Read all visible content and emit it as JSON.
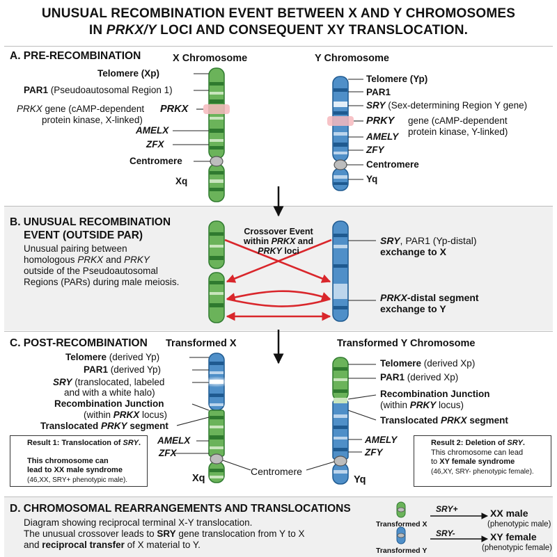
{
  "title": {
    "line1": "UNUSUAL RECOMBINATION EVENT BETWEEN X AND Y CHROMOSOMES",
    "line2_pre": "IN ",
    "line2_ital": "PRKX/Y",
    "line2_post": " LOCI AND CONSEQUENT XY TRANSLOCATION."
  },
  "panelA": {
    "heading": "A. PRE-RECOMBINATION",
    "x_title": "X Chromosome",
    "y_title": "Y Chromosome",
    "x_labels": {
      "telomere": "Telomere (Xp)",
      "par1": "PAR1",
      "par1_desc": " (Pseudoautosomal Region 1)",
      "prkx_gene_ital": "PRKX",
      "prkx_gene_rest": " gene (cAMP-dependent",
      "prkx_gene_line2": "protein kinase, X-linked)",
      "prkx": "PRKX",
      "amelx": "AMELX",
      "zfx": "ZFX",
      "centromere": "Centromere",
      "xq": "Xq"
    },
    "y_labels": {
      "telomere": "Telomere (Yp)",
      "par1": "PAR1",
      "sry": "SRY",
      "sry_desc": " (Sex-determining Region Y gene)",
      "prky": "PRKY",
      "prky_desc1": "gene (cAMP-dependent",
      "prky_desc2": "protein kinase, Y-linked)",
      "amely": "AMELY",
      "zfy": "ZFY",
      "centromere": "Centromere",
      "yq": "Yq"
    }
  },
  "panelB": {
    "heading1": "B. UNUSUAL RECOMBINATION",
    "heading2": "EVENT (OUTSIDE PAR)",
    "desc1": "Unusual pairing between",
    "desc2_pre": "homologous ",
    "desc2_i1": "PRKX",
    "desc2_mid": " and ",
    "desc2_i2": "PRKY",
    "desc3": "outside of the Pseudoautosomal",
    "desc4": "Regions (PARs) during male meiosis.",
    "crossover1": "Crossover Event",
    "crossover2_pre": "within ",
    "crossover2_i": "PRKX",
    "crossover2_post": " and",
    "crossover3_i": "PRKY",
    "crossover3_post": " loci",
    "right1_i": "SRY",
    "right1_post": ", PAR1 (Yp-distal)",
    "right2": "exchange to X",
    "right3_i": "PRKX",
    "right3_post": "-distal segment",
    "right4": "exchange to Y"
  },
  "panelC": {
    "heading": "C. POST-RECOMBINATION",
    "tx_title": "Transformed X",
    "ty_title": "Transformed Y Chromosome",
    "left": {
      "telomere": "Telomere",
      "telomere_desc": " (derived Yp)",
      "par1": "PAR1",
      "par1_desc": " (derived Yp)",
      "sry": "SRY",
      "sry_desc1": " (translocated, labeled",
      "sry_desc2": "and with a white halo)",
      "junction": "Recombination Junction",
      "junction_desc_pre": "(within ",
      "junction_desc_i": "PRKX",
      "junction_desc_post": " locus)",
      "translocated_pre": "Translocated ",
      "translocated_i": "PRKY",
      "translocated_post": " segment",
      "amelx": "AMELX",
      "zfx": "ZFX",
      "xq": "Xq"
    },
    "right": {
      "telomere": "Telomere",
      "telomere_desc": " (derived Xp)",
      "par1": "PAR1",
      "par1_desc": " (derived Xp)",
      "junction": "Recombination Junction",
      "junction_desc_pre": "(within ",
      "junction_desc_i": "PRKY",
      "junction_desc_post": " locus)",
      "translocated_pre": "Translocated ",
      "translocated_i": "PRKX",
      "translocated_post": " segment",
      "amely": "AMELY",
      "zfy": "ZFY",
      "yq": "Yq"
    },
    "centromere": "Centromere",
    "result1": {
      "head_pre": "Result 1: Translocation of ",
      "head_i": "SRY",
      "head_post": ".",
      "body1": "This chromosome can",
      "body2_pre": "lead to ",
      "body2_b": "XX male syndrome",
      "body3": "(46,XX, SRY+ phenotypic male)."
    },
    "result2": {
      "head_pre": "Result 2: Deletion of ",
      "head_i": "SRY",
      "head_post": ".",
      "body1": "This chromosome can lead",
      "body2_pre": "to ",
      "body2_b": "XY female syndrome",
      "body3": "(46,XY, SRY- phenotypic female)."
    }
  },
  "panelD": {
    "heading": "D. CHROMOSOMAL REARRANGEMENTS AND TRANSLOCATIONS",
    "line1": "Diagram showing reciprocal terminal X-Y translocation.",
    "line2_pre": "The unusual crossover leads to ",
    "line2_b": "SRY",
    "line2_post": " gene translocation from Y to X",
    "line3_pre": "and ",
    "line3_b": "reciprocal transfer",
    "line3_post": " of X material to Y.",
    "legend": {
      "tx_label": "Transformed X",
      "ty_label": "Transformed Y",
      "sry_plus": "SRY+",
      "sry_minus": "SRY-",
      "xx_male": "XX male",
      "xx_male_desc": "(phenotypic male)",
      "xy_female": "XY female",
      "xy_female_desc": "(phenotypic female)"
    }
  },
  "colors": {
    "x_green": "#6bb35a",
    "x_green_dark": "#2f7a2f",
    "y_blue": "#4f8fc8",
    "y_blue_dark": "#1f5a90",
    "red": "#d9262b",
    "highlight": "#f6b8bd",
    "centromere": "#bdbdbd"
  }
}
